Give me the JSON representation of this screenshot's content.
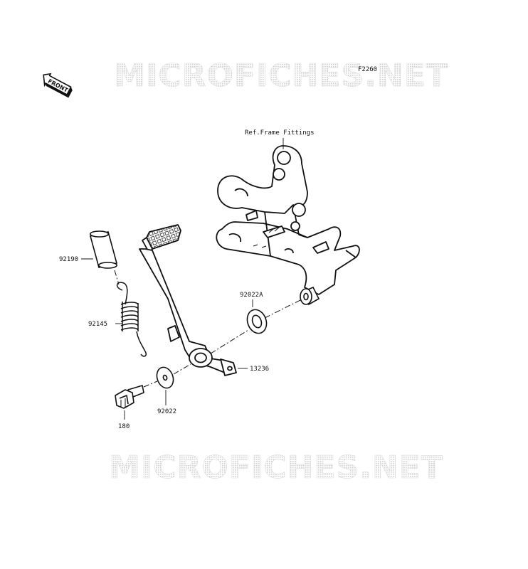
{
  "watermark": {
    "text": "MICROFICHES.NET"
  },
  "front_marker": {
    "text": "FRONT"
  },
  "diagram_code": "F2260",
  "callouts": {
    "frame": "Ref.Frame Fittings",
    "p92190": "92190",
    "p92145": "92145",
    "p92022A": "92022A",
    "p13236": "13236",
    "p92022": "92022",
    "p180": "180"
  }
}
